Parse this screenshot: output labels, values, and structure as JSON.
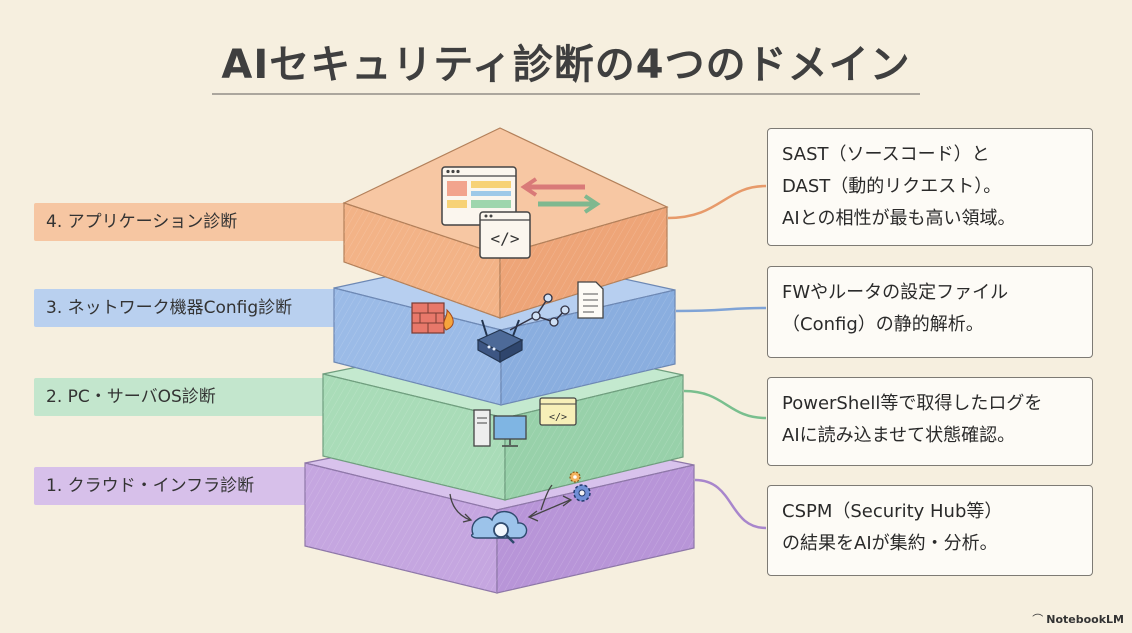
{
  "title": "AIセキュリティ診断の4つのドメイン",
  "layers": [
    {
      "label": "4. アプリケーション診断",
      "description": [
        "SAST（ソースコード）と",
        "DAST（動的リクエスト）。",
        "AIとの相性が最も高い領域。"
      ],
      "color": "#f4b98e",
      "icons": [
        "browser-window-icon",
        "code-window-icon",
        "double-arrow-icon"
      ]
    },
    {
      "label": "3. ネットワーク機器Config診断",
      "description": [
        "FWやルータの設定ファイル",
        "（Config）の静的解析。"
      ],
      "color": "#a9c4ea",
      "icons": [
        "firewall-icon",
        "router-icon",
        "document-icon",
        "network-nodes-icon"
      ]
    },
    {
      "label": "2. PC・サーバOS診断",
      "description": [
        "PowerShell等で取得したログを",
        "AIに読み込ませて状態確認。"
      ],
      "color": "#b4e0c1",
      "icons": [
        "computer-icon",
        "terminal-icon"
      ]
    },
    {
      "label": "1. クラウド・インフラ診断",
      "description": [
        "CSPM（Security Hub等）",
        "の結果をAIが集約・分析。"
      ],
      "color": "#cdb2e6",
      "icons": [
        "cloud-search-icon",
        "gear-icon"
      ]
    }
  ],
  "watermark": "NotebookLM"
}
